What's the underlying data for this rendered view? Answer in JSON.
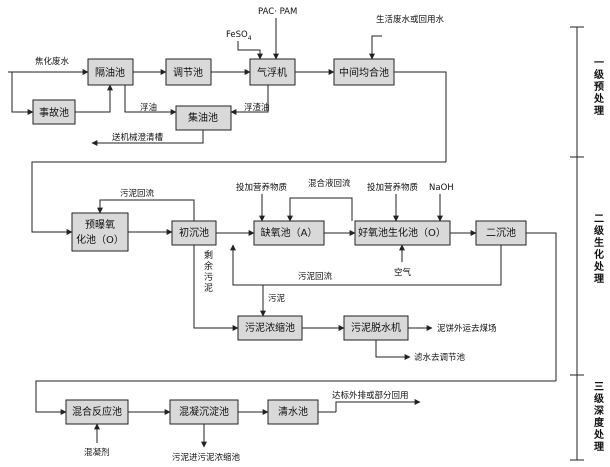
{
  "boxes": {
    "accident_pool": "事故池",
    "oil_separator": "隔油池",
    "regulating_pool": "调节池",
    "air_flotation": "气浮机",
    "intermediate_pool": "中间均合池",
    "oil_collection": "集油池",
    "pre_aeration_1": "预曝氧",
    "pre_aeration_2": "化池（O）",
    "primary_settling": "初沉池",
    "anoxic": "缺氧池（A）",
    "aerobic": "好氧池生化池（O）",
    "secondary_settling": "二沉池",
    "sludge_thickener": "污泥浓缩池",
    "sludge_dewatering": "污泥脱水机",
    "mixing_reaction": "混合反应池",
    "coag_settling": "混凝沉淀池",
    "clear_water": "清水池"
  },
  "labels": {
    "coking_wastewater": "焦化废水",
    "feso4": "FeSO",
    "feso4_sub": "4",
    "pac_pam": "PAC· PAM",
    "domestic_water": "生活废水或回用水",
    "floating_oil": "浮油",
    "oil_scum": "浮渣油",
    "to_tar_tank": "送机械澄清槽",
    "sludge_return_1": "污泥回流",
    "mixed_liquor_return": "混合液回流",
    "add_nutrients_1": "投加营养物质",
    "add_nutrients_2": "投加营养物质",
    "naoh": "NaOH",
    "air": "空气",
    "sludge_return_2": "污泥回流",
    "excess_sludge": "剩余污泥",
    "sludge": "污泥",
    "sludge_cake": "泥饼外运去煤场",
    "filtrate": "滤水去调节池",
    "discharge": "达标外排或部分回用",
    "coagulant": "混凝剂",
    "sludge_to_thickener": "污泥进污泥浓缩池"
  },
  "stages": {
    "pre_treatment": "一级预处理",
    "secondary_bio": "二级生化处理",
    "tertiary_deep": "三级深度处理"
  }
}
